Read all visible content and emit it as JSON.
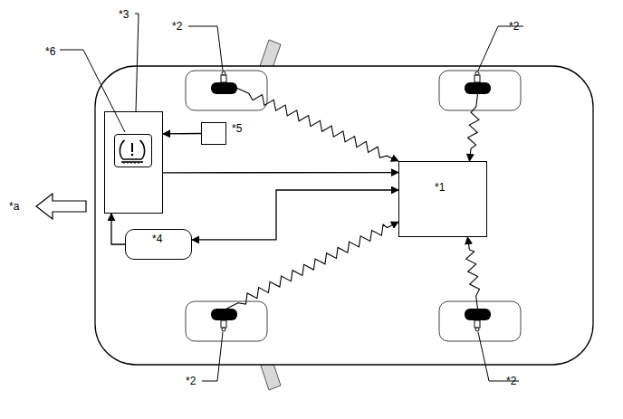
{
  "diagram": {
    "nodes": [
      {
        "text": [
          "*3"
        ]
      },
      {
        "text": [
          "*6"
        ],
        "in": 0
      },
      {
        "text": [
          "*5"
        ]
      },
      {
        "text": [
          "*4"
        ]
      },
      {
        "text": [
          "*1"
        ]
      },
      {
        "text": [
          "*2"
        ]
      },
      {
        "text": [
          "*2"
        ]
      },
      {
        "text": [
          "*2"
        ]
      },
      {
        "text": [
          "*2"
        ]
      }
    ],
    "edges": [
      {
        "from": 2,
        "to": 0,
        "arrow": "to"
      },
      {
        "from": 0,
        "to": 4,
        "arrow": "to"
      },
      {
        "from": 3,
        "to": 4,
        "arrow": "both"
      },
      {
        "from": 3,
        "to": 0,
        "arrow": "to"
      },
      {
        "from": 5,
        "to": 4,
        "arrow": "to"
      },
      {
        "from": 6,
        "to": 4,
        "arrow": "to"
      },
      {
        "from": 7,
        "to": 4,
        "arrow": "to"
      },
      {
        "from": 8,
        "to": 4,
        "arrow": "to"
      }
    ],
    "labels": [
      "*a"
    ]
  }
}
